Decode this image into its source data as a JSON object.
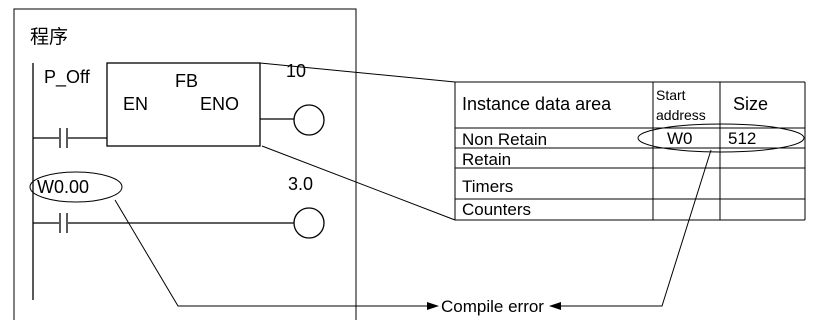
{
  "ladder": {
    "section_label": "程序",
    "contact1_label": "P_Off",
    "fb_name": "FB",
    "fb_en": "EN",
    "fb_eno": "ENO",
    "coil1_label": "10",
    "contact2_label": "W0.00",
    "coil2_label": "3.0"
  },
  "table": {
    "headers": {
      "area": "Instance data area",
      "start_line1": "Start",
      "start_line2": "address",
      "size": "Size"
    },
    "rows": [
      {
        "area": "Non Retain",
        "start": "W0",
        "size": "512"
      },
      {
        "area": "Retain",
        "start": "",
        "size": ""
      },
      {
        "area": "Timers",
        "start": "",
        "size": ""
      },
      {
        "area": "Counters",
        "start": "",
        "size": ""
      }
    ]
  },
  "callout": {
    "label": "Compile error"
  }
}
